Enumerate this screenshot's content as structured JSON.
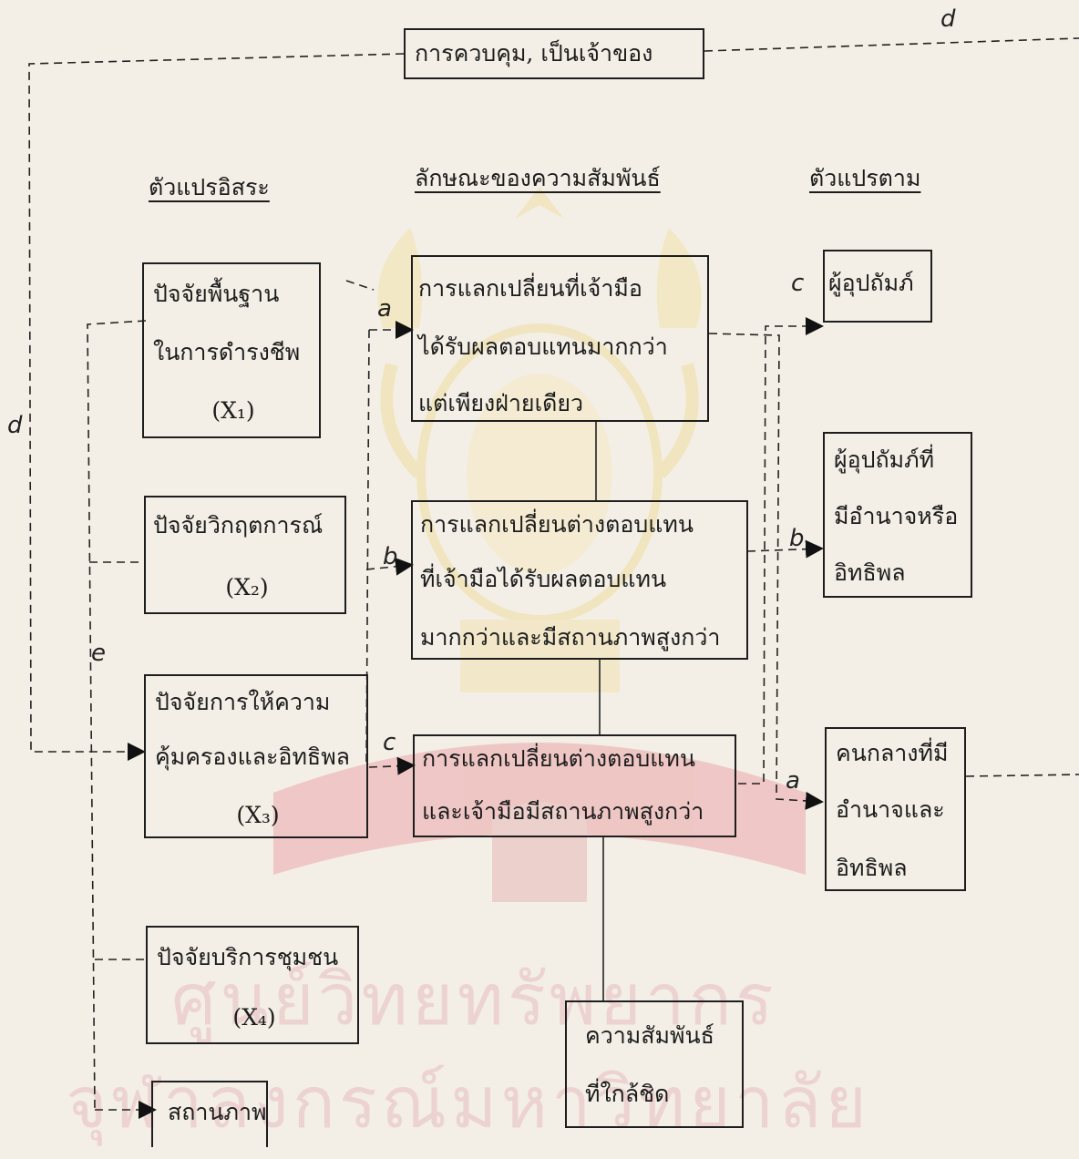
{
  "headings": {
    "independent": "ตัวแปรอิสระ",
    "relationship": "ลักษณะของความสัมพันธ์",
    "dependent": "ตัวแปรตาม"
  },
  "top_box": "การควบคุม, เป็นเจ้าของ",
  "independent_boxes": [
    {
      "lines": [
        "ปัจจัยพื้นฐาน",
        "ในการดำรงชีพ",
        "(X₁)"
      ]
    },
    {
      "lines": [
        "ปัจจัยวิกฤตการณ์",
        "(X₂)"
      ]
    },
    {
      "lines": [
        "ปัจจัยการให้ความ",
        "คุ้มครองและอิทธิพล",
        "(X₃)"
      ]
    },
    {
      "lines": [
        "ปัจจัยบริการชุมชน",
        "(X₄)"
      ]
    },
    {
      "lines": [
        "สถานภาพ"
      ]
    }
  ],
  "relationship_boxes": [
    {
      "lines": [
        "การแลกเปลี่ยนที่เจ้ามือ",
        "ได้รับผลตอบแทนมากกว่า",
        "แต่เพียงฝ่ายเดียว"
      ]
    },
    {
      "lines": [
        "การแลกเปลี่ยนต่างตอบแทน",
        "ที่เจ้ามือได้รับผลตอบแทน",
        "มากกว่าและมีสถานภาพสูงกว่า"
      ]
    },
    {
      "lines": [
        "การแลกเปลี่ยนต่างตอบแทน",
        "และเจ้ามือมีสถานภาพสูงกว่า"
      ]
    },
    {
      "lines": [
        "ความสัมพันธ์",
        "ที่ใกล้ชิด"
      ]
    }
  ],
  "dependent_boxes": [
    {
      "lines": [
        "ผู้อุปถัมภ์"
      ]
    },
    {
      "lines": [
        "ผู้อุปถัมภ์ที่",
        "มีอำนาจหรือ",
        "อิทธิพล"
      ]
    },
    {
      "lines": [
        "คนกลางที่มี",
        "อำนาจและ",
        "อิทธิพล"
      ]
    }
  ],
  "path_labels": {
    "top_d": "d",
    "left_d": "d",
    "e": "e",
    "a_in": "a",
    "b_in": "b",
    "c_in": "c",
    "c_out": "c",
    "b_out": "b",
    "a_out": "a"
  },
  "watermark": {
    "line1": "ศูนย์วิทยทรัพยากร",
    "line2": "จุฬาลงกรณ์มหาวิทยาลัย"
  }
}
